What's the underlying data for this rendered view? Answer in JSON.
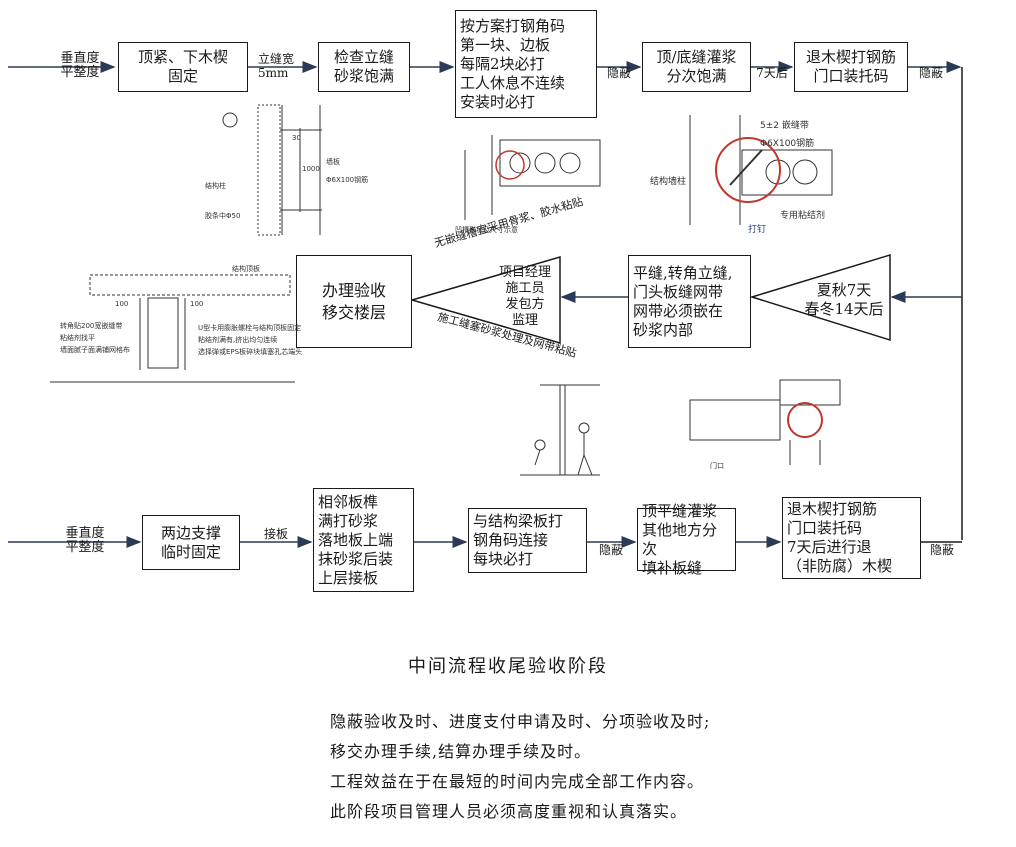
{
  "top_row": {
    "start_label": "垂直度\n平整度",
    "box1": "顶紧、下木楔\n固定",
    "arrow1_label": "立缝宽\n5mm",
    "box2": "检查立缝\n砂浆饱满",
    "box3": "按方案打钢角码\n第一块、边板\n每隔2块必打\n工人休息不连续\n安装时必打",
    "arrow3_label": "隐蔽",
    "box4": "顶/底缝灌浆\n分次饱满",
    "arrow4_label": "7天后",
    "box5": "退木楔打钢筋\n门口装托码",
    "arrow5_label": "隐蔽"
  },
  "middle_row": {
    "left_box": "办理验收\n移交楼层",
    "tri_left_text": "项目经理\n施工员\n发包方\n监理",
    "tri_left_top_label": "无嵌缝槽宜采用骨浆、胶水粘贴",
    "tri_left_bottom_label": "施工缝塞砂浆处理及网带粘贴",
    "mid_box": "平缝,转角立缝,\n门头板缝网带\n网带必须嵌在\n砂浆内部",
    "tri_right_text": "夏秋7天\n春冬14天后"
  },
  "bottom_row": {
    "start_label": "垂直度\n平整度",
    "box1": "两边支撑\n临时固定",
    "arrow1_label": "接板",
    "box2": "相邻板榫\n满打砂浆\n落地板上端\n抹砂浆后装\n上层接板",
    "box3": "与结构梁板打\n钢角码连接\n每块必打",
    "arrow3_label": "隐蔽",
    "box4": "顶平缝灌浆\n其他地方分次\n填补板缝",
    "box5": "退木楔打钢筋\n门口装托码\n7天后进行退\n（非防腐）木楔",
    "arrow5_label": "隐蔽"
  },
  "figures": {
    "fig1_labels": [
      "结构柱",
      "胶条中Φ50",
      "墙板",
      "Φ6X100钢筋",
      "1000",
      "30"
    ],
    "fig2_labels": [
      "凹槽形状及尺寸示意"
    ],
    "fig3_labels": [
      "5±2 嵌缝带",
      "Φ6X100钢筋",
      "结构墙柱",
      "专用粘结剂",
      "打钉"
    ],
    "fig4_labels": [
      "结构顶板",
      "100",
      "100",
      "U型卡用膨胀螺栓与结构顶板固定",
      "粘结剂满有,挤出均匀连续",
      "转角贴200宽嵌缝带",
      "粘结剂找平",
      "墙面腻子面满铺网格布",
      "选择弹或EPS板碎块填塞孔芯端头"
    ],
    "fig5_labels": [
      "门口"
    ]
  },
  "footer": {
    "title": "中间流程收尾验收阶段",
    "lines": [
      "隐蔽验收及时、进度支付申请及时、分项验收及时;",
      "移交办理手续,结算办理手续及时。",
      "工程效益在于在最短的时间内完成全部工作内容。",
      "此阶段项目管理人员必须高度重视和认真落实。"
    ]
  },
  "colors": {
    "line": "#1a1a1a",
    "highlight_circle": "#c0392b",
    "arrow_blue": "#2b3a55"
  }
}
